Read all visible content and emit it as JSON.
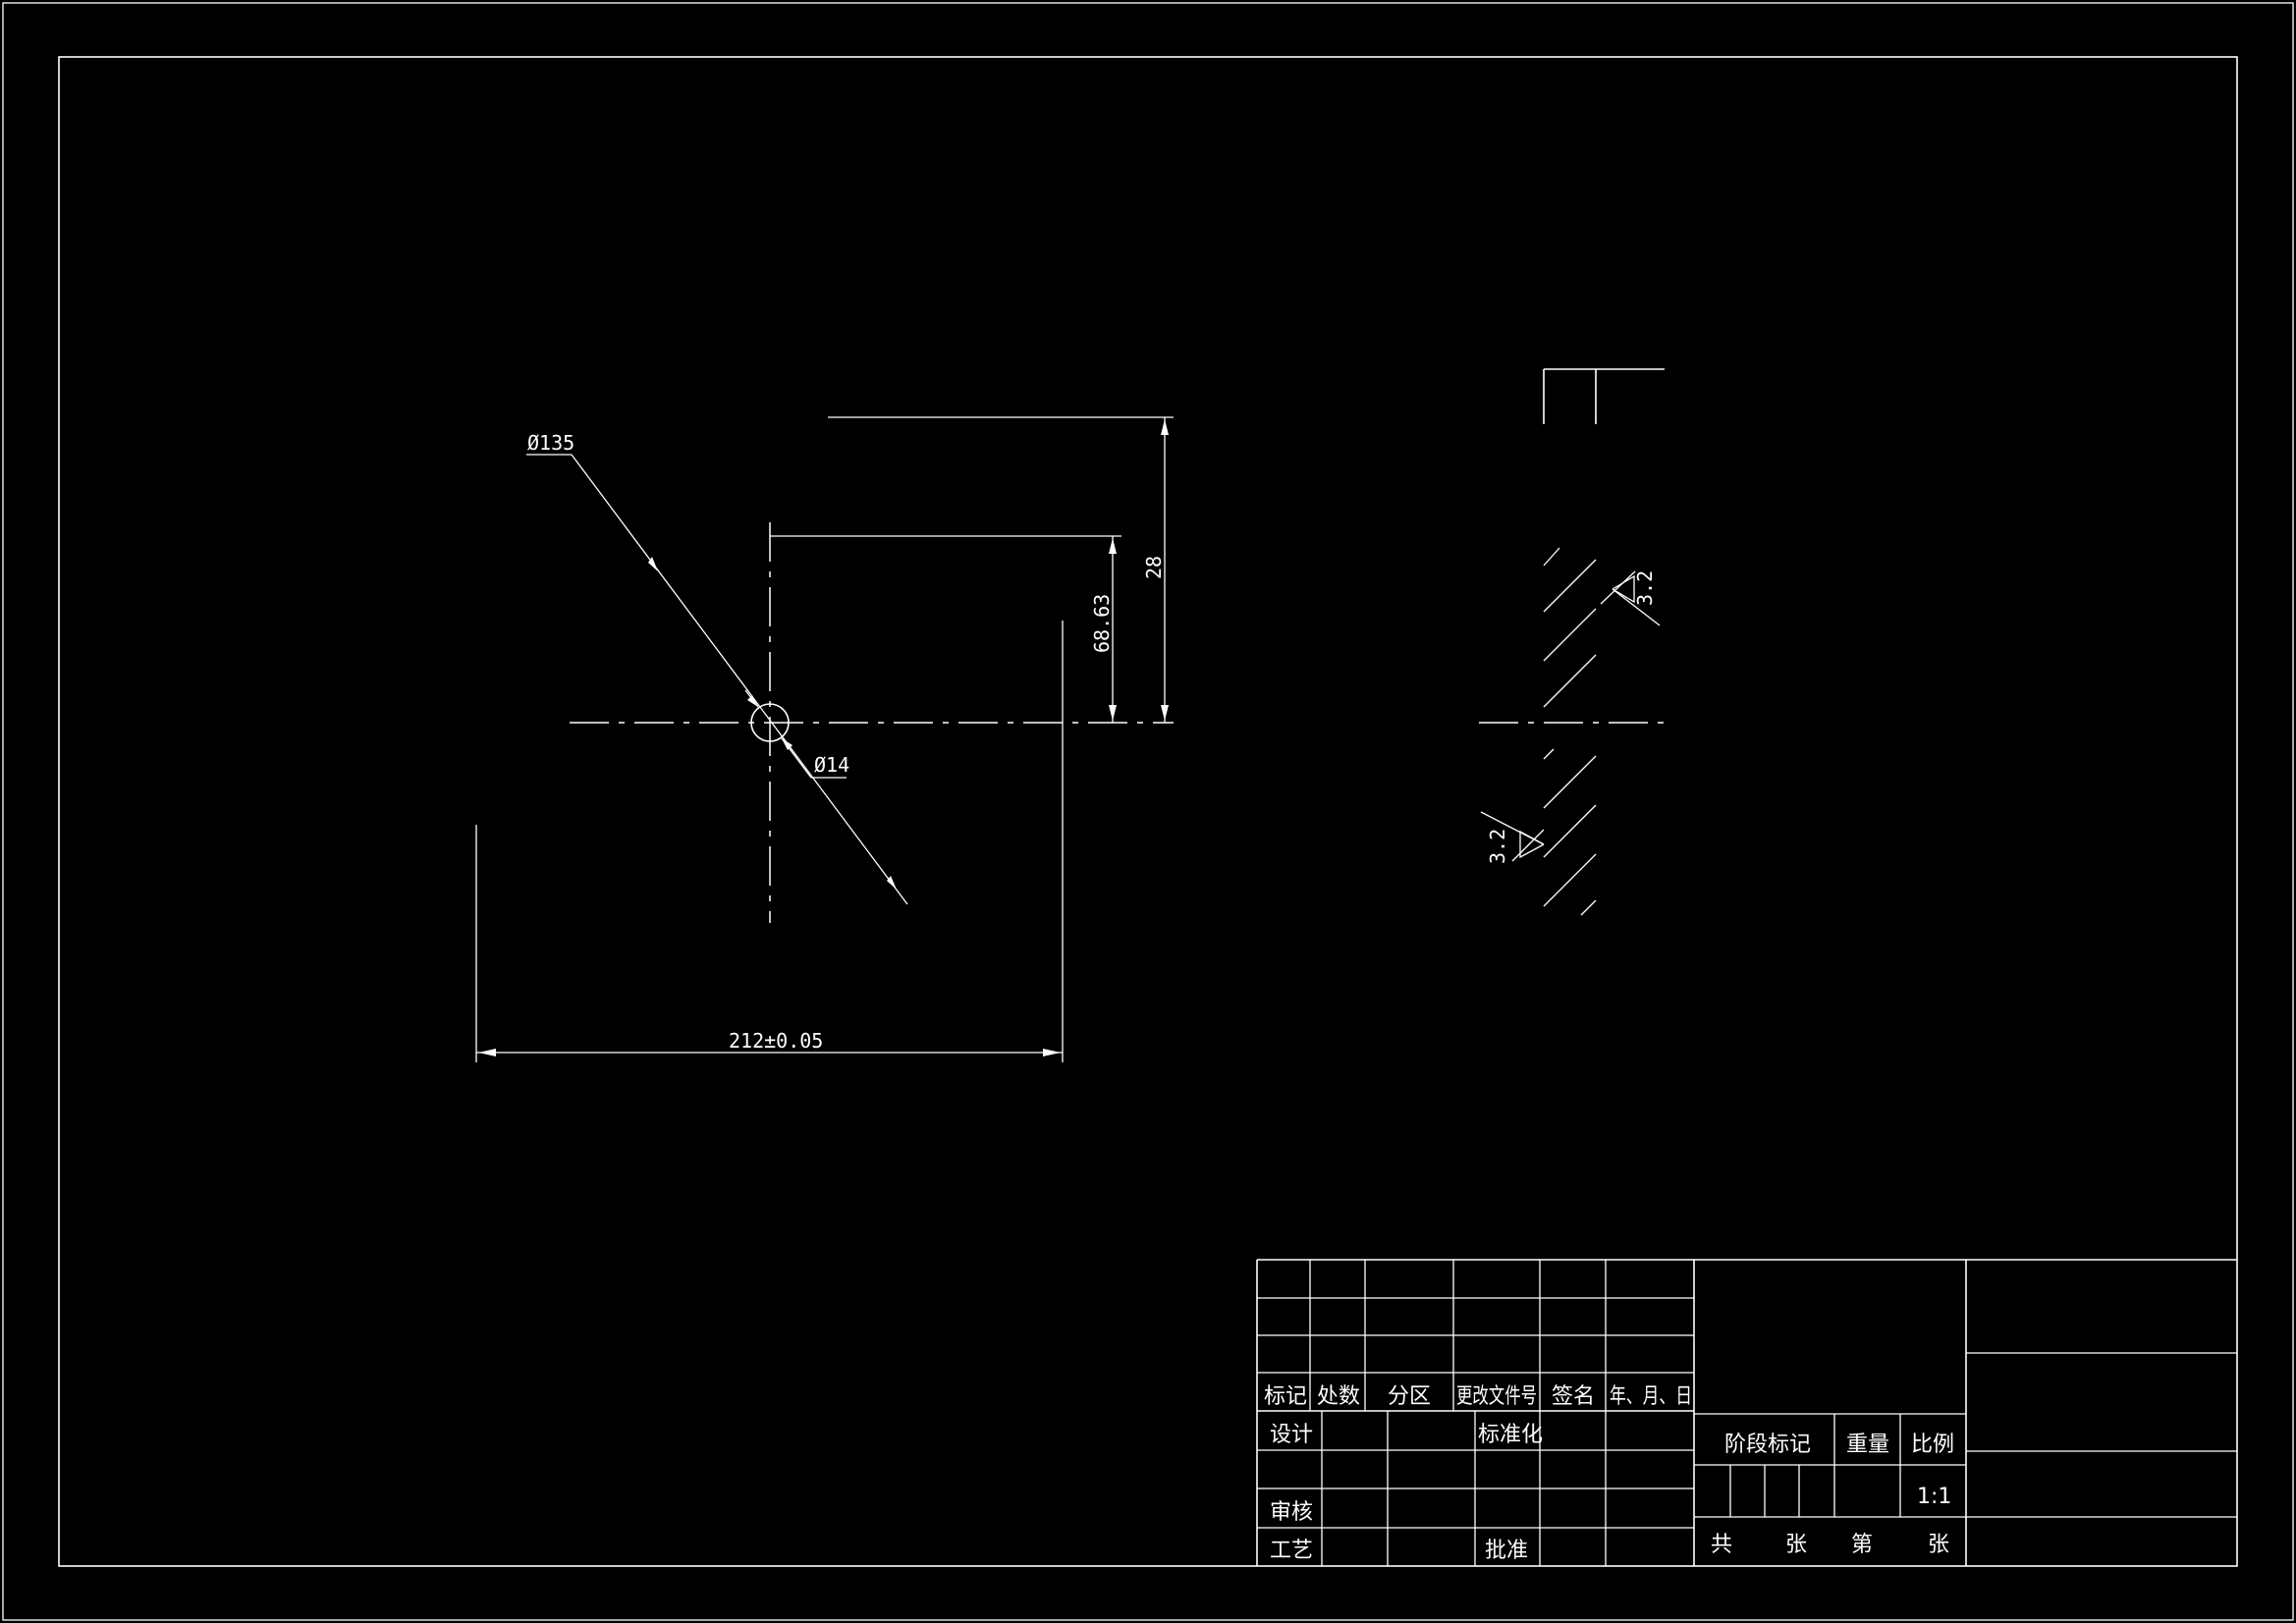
{
  "dimensions": {
    "outer_diameter": "Ø135",
    "hole_diameter": "Ø14",
    "height_total": "28",
    "height_hole": "68.63",
    "width_bottom": "212±0.05"
  },
  "surface_finish": {
    "upper": "3.2",
    "lower": "3.2"
  },
  "title_block": {
    "rev_headers": {
      "mark": "标记",
      "count": "处数",
      "zone": "分区",
      "change_doc": "更改文件号",
      "signature": "签名",
      "date": "年、月、日"
    },
    "roles": {
      "design": "设计",
      "standardization": "标准化",
      "review": "审核",
      "process": "工艺",
      "approve": "批准"
    },
    "stage_mark": "阶段标记",
    "weight": "重量",
    "scale_label": "比例",
    "scale_value": "1:1",
    "sheets": {
      "total": "共",
      "sheet_unit_1": "张",
      "number": "第",
      "sheet_unit_2": "张"
    }
  }
}
